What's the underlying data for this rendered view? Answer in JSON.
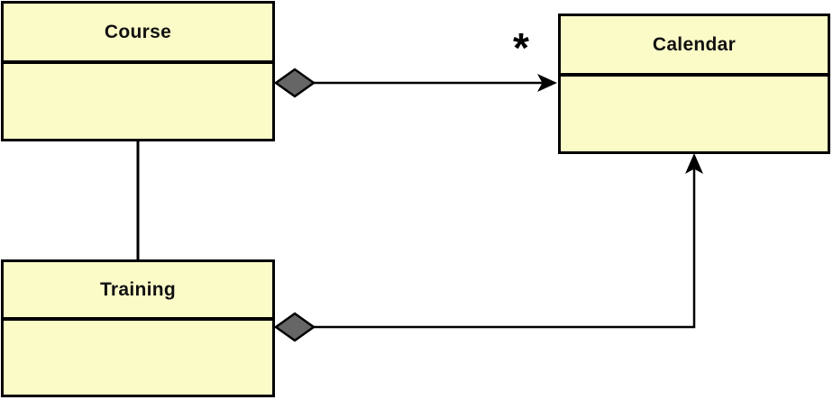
{
  "diagram": {
    "type": "uml-class-diagram",
    "background_color": "#ffffff",
    "box_fill_color": "#FBFBC8",
    "box_border_color": "#000000",
    "diamond_fill_color": "#666666",
    "line_color": "#000000",
    "classes": [
      {
        "id": "course",
        "name": "Course",
        "attributes": [],
        "methods": []
      },
      {
        "id": "calendar",
        "name": "Calendar",
        "attributes": [],
        "methods": []
      },
      {
        "id": "training",
        "name": "Training",
        "attributes": [],
        "methods": []
      }
    ],
    "relations": [
      {
        "from": "Course",
        "to": "Calendar",
        "type": "aggregation",
        "arrow": "open-arrow-at-target",
        "multiplicity_at_target": "*"
      },
      {
        "from": "Course",
        "to": "Training",
        "type": "association",
        "arrow": "none",
        "multiplicity_at_target": ""
      },
      {
        "from": "Training",
        "to": "Calendar",
        "type": "aggregation",
        "arrow": "open-arrow-at-target",
        "multiplicity_at_target": ""
      }
    ]
  }
}
